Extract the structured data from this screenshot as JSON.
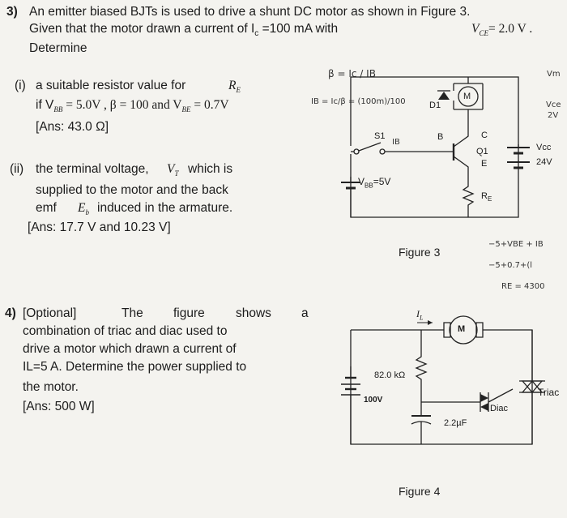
{
  "q3": {
    "number": "3)",
    "line1": "An emitter biased BJTs is used to drive a shunt DC motor as shown in Figure 3.",
    "line2": "Given that the motor drawn a current of I",
    "line2_sub": "c",
    "line2_b": " =100 mA with",
    "vce_expr": "V",
    "vce_sub": "CE",
    "vce_val": "= 2.0 V  .",
    "line3": "Determine",
    "i_label": "(i)",
    "i_text": "a suitable resistor value for",
    "i_var": "R",
    "i_var_sub": "E",
    "i_given": "if  V",
    "i_given_sub1": "BB",
    "i_given_mid": " = 5.0V , β = 100 and V",
    "i_given_sub2": "BE",
    "i_given_end": " = 0.7V",
    "i_ans": "[Ans: 43.0 Ω]",
    "ii_label": "(ii)",
    "ii_text": "the terminal voltage,",
    "ii_var": "V",
    "ii_var_sub": "T",
    "ii_text2": "which is",
    "ii_line2": "supplied to the motor and the back",
    "ii_line3a": "emf",
    "ii_var2": "E",
    "ii_var2_sub": "b",
    "ii_line3b": "induced in the armature.",
    "ii_ans": "[Ans: 17.7 V and 10.23 V]"
  },
  "fig3": {
    "caption": "Figure 3",
    "labels": {
      "s1": "S1",
      "vbb": "V",
      "vbb_sub": "BB",
      "vbb_val": "=5V",
      "q1": "Q1",
      "b": "B",
      "c": "C",
      "e": "E",
      "d1": "D1",
      "m": "M",
      "vcc": "Vcc",
      "v24": "24V",
      "re": "R",
      "re_sub": "E"
    }
  },
  "handwriting": {
    "beta_top": "β = Ic / IB",
    "ib_eq": "IB = Ic/β = (100m)/100",
    "ib2": "IB",
    "vm": "Vm",
    "vce_note": "Vce",
    "vce_2v": "2V",
    "kvl1": "−5+VBE + IB",
    "kvl2": "−5+0.7+(l",
    "re_ans": "RE = 4300"
  },
  "q4": {
    "number": "4)",
    "line1a": "[Optional]",
    "line1b": "The",
    "line1c": "figure",
    "line1d": "shows",
    "line1e": "a",
    "line2": "combination of triac and diac used to",
    "line3": "drive a motor which drawn a current of",
    "line4": "IL=5 A. Determine the power supplied to",
    "line5": "the motor.",
    "ans": "[Ans: 500 W]"
  },
  "fig4": {
    "caption": "Figure 4",
    "il": "I",
    "il_sub": "L",
    "m": "M",
    "r": "82.0 kΩ",
    "v": "100V",
    "c": "2.2µF",
    "diac": "Diac",
    "triac": "Triac"
  }
}
